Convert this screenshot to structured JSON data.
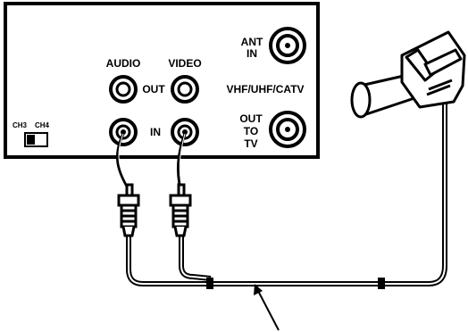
{
  "panel": {
    "audio_label": "AUDIO",
    "video_label": "VIDEO",
    "out_label": "OUT",
    "in_label": "IN",
    "ant_in_line1": "ANT",
    "ant_in_line2": "IN",
    "band_label": "VHF/UHF/CATV",
    "out_to_tv_line1": "OUT",
    "out_to_tv_line2": "TO",
    "out_to_tv_line3": "TV",
    "channel_switch": {
      "option_1": "CH3",
      "option_2": "CH4"
    }
  },
  "colors": {
    "ink": "#000000",
    "background": "#ffffff"
  }
}
